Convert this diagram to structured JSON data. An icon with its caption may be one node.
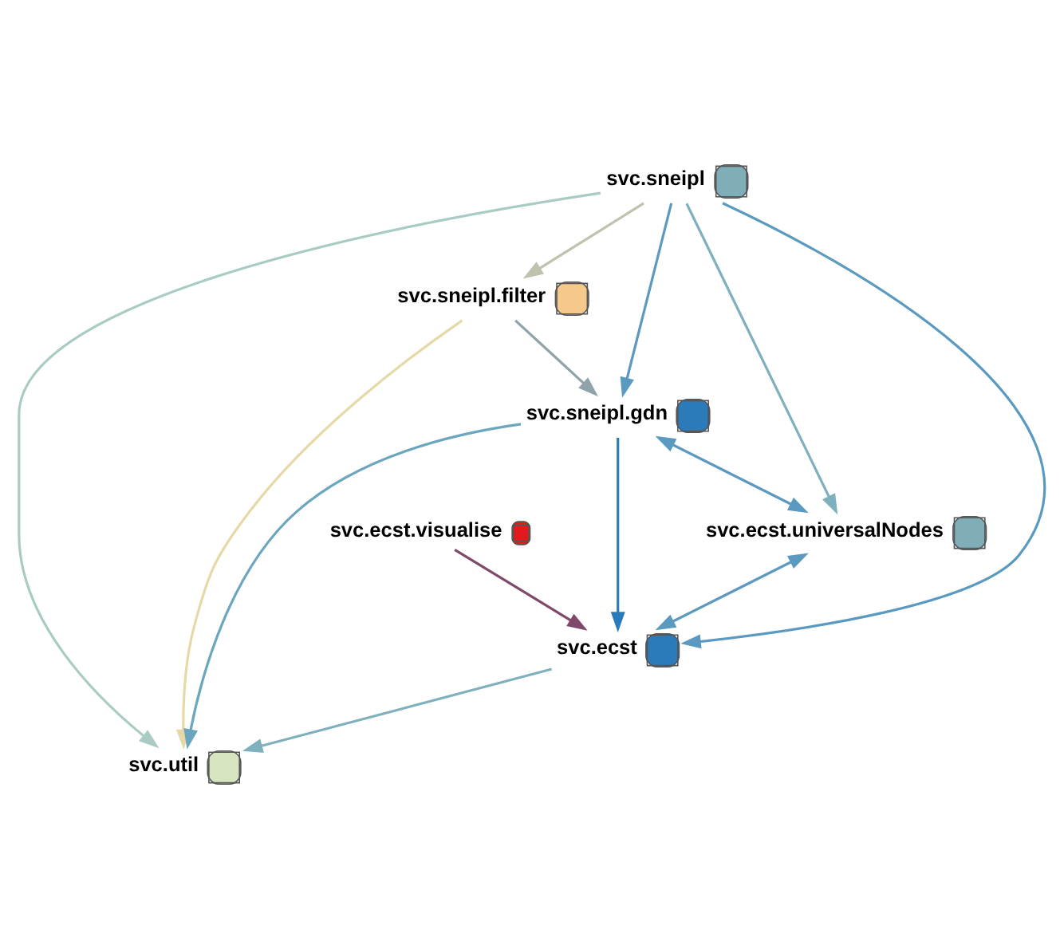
{
  "diagram": {
    "nodes": [
      {
        "text": [
          "svc.sneipl.filter"
        ]
      },
      {
        "text": [
          "svc.sneipl.gdn"
        ]
      },
      {
        "text": [
          "svc.util"
        ]
      },
      {
        "text": [
          "svc.sneipl"
        ]
      },
      {
        "text": [
          "svc.ecst.universalNodes"
        ]
      },
      {
        "text": [
          "svc.ecst"
        ]
      },
      {
        "text": [
          "svc.ecst.visualise"
        ]
      }
    ],
    "edges": [
      {
        "from": 0,
        "to": 1,
        "arrow": "to",
        "color": "#8fa3aa"
      },
      {
        "from": 0,
        "to": 2,
        "arrow": "to",
        "color": "#e6d9a8"
      },
      {
        "from": 3,
        "to": 0,
        "arrow": "to",
        "color": "#bfc2ad"
      },
      {
        "from": 1,
        "to": 2,
        "arrow": "to",
        "color": "#6aa6be"
      },
      {
        "from": 3,
        "to": 1,
        "arrow": "to"
      },
      {
        "from": 3,
        "to": 2,
        "arrow": "to",
        "color": "#a8cbc4"
      },
      {
        "from": 3,
        "to": 4,
        "arrow": "to",
        "color": "#7fb0be"
      },
      {
        "from": 3,
        "to": 5,
        "arrow": "to"
      },
      {
        "from": 1,
        "to": 4,
        "arrow": "both"
      },
      {
        "from": 1,
        "to": 5,
        "arrow": "to",
        "color": "#2b7bba"
      },
      {
        "from": 4,
        "to": 5,
        "arrow": "both"
      },
      {
        "from": 5,
        "to": 2,
        "arrow": "to",
        "color": "#7fb0be"
      },
      {
        "from": 6,
        "to": 5,
        "arrow": "to",
        "color": "#7f4a6a"
      }
    ]
  }
}
